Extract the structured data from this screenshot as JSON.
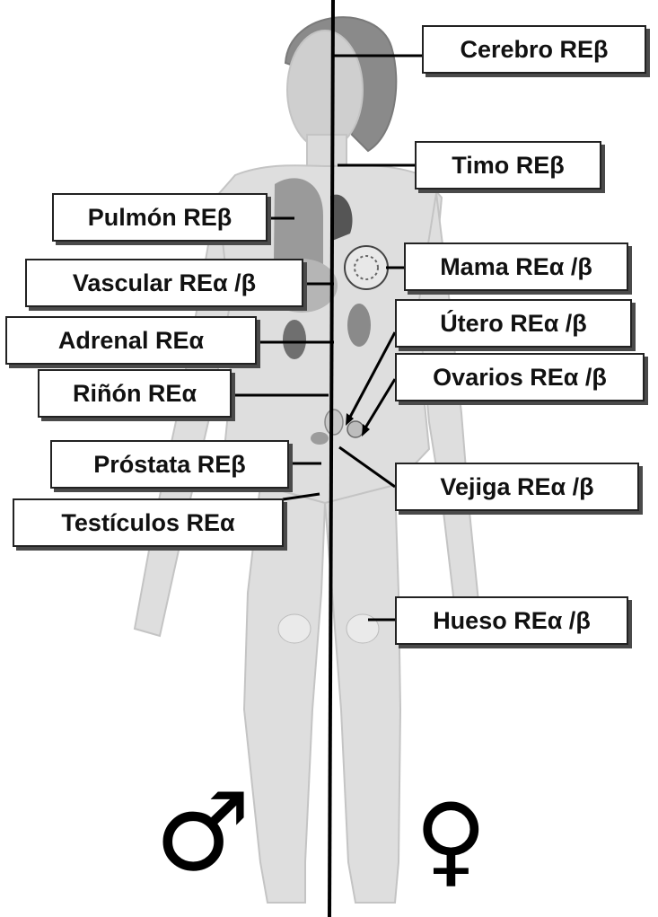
{
  "labels": {
    "cerebro": "Cerebro REβ",
    "timo": "Timo REβ",
    "pulmon": "Pulmón REβ",
    "mama": "Mama REα /β",
    "vascular": "Vascular REα /β",
    "utero": "Útero REα /β",
    "adrenal": "Adrenal REα",
    "ovarios": "Ovarios REα /β",
    "rinon": "Riñón REα",
    "prostata": "Próstata REβ",
    "vejiga": "Vejiga REα /β",
    "testiculos": "Testículos REα",
    "hueso": "Hueso REα /β"
  },
  "symbols": {
    "male": "♂",
    "female": "♀"
  }
}
